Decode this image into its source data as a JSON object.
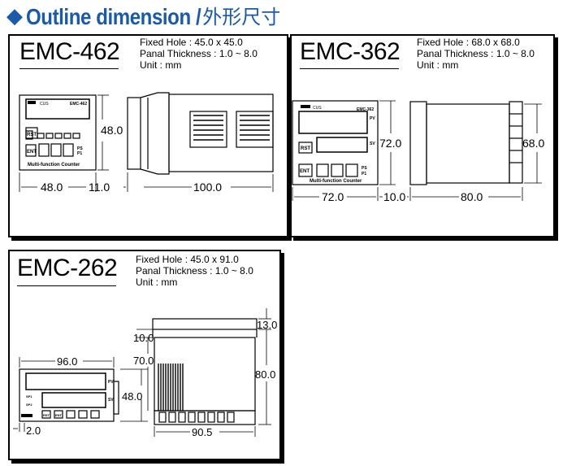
{
  "header": {
    "marker": "◆",
    "title_en": "Outline dimension /",
    "title_cn": "外形尺寸"
  },
  "colors": {
    "title": "#1a5aa8",
    "border": "#000000"
  },
  "panels": [
    {
      "model": "EMC-462",
      "specs": [
        "Fixed Hole : 45.0 x 45.0",
        "Panal Thickness : 1.0 ~ 8.0",
        "Unit : mm"
      ],
      "dims": {
        "front_height": "48.0",
        "front_width": "48.0",
        "panel_gap": "11.0",
        "depth": "100.0"
      },
      "front_labels": {
        "brand": "CUS",
        "model_small": "EMC-462",
        "rst": "RST",
        "ent": "ENT",
        "ps": "PS",
        "p1": "P1",
        "caption": "Multi-function Counter"
      }
    },
    {
      "model": "EMC-362",
      "specs": [
        "Fixed Hole : 68.0 x 68.0",
        "Panal Thickness : 1.0 ~ 8.0",
        "Unit : mm"
      ],
      "dims": {
        "front_height": "72.0",
        "front_width": "72.0",
        "panel_gap": "10.0",
        "depth": "80.0",
        "body_height": "68.0"
      },
      "front_labels": {
        "brand": "CUS",
        "model_small": "EMC-362",
        "pv": "PV",
        "sv": "SV",
        "rst": "RST",
        "ent": "ENT",
        "ps": "PS",
        "p1": "P1",
        "caption": "Multi-function Counter"
      }
    },
    {
      "model": "EMC-262",
      "specs": [
        "Fixed Hole : 45.0 x 91.0",
        "Panal Thickness : 1.0 ~ 8.0",
        "Unit : mm"
      ],
      "dims": {
        "front_width": "96.0",
        "front_height": "48.0",
        "bezel": "2.0",
        "top_lip": "10.0",
        "body_top": "70.0",
        "top_flange": "13.0",
        "side_depth": "80.0",
        "body_width": "90.5"
      },
      "front_labels": {
        "pv": "PV",
        "sv": "SV",
        "sp1": "SP1",
        "sp2": "SP2",
        "rst": "RST",
        "ent": "ENT"
      }
    }
  ]
}
